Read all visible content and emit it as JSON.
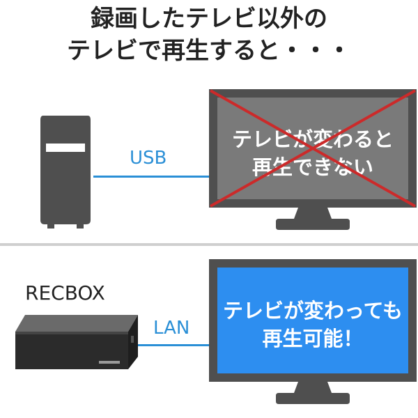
{
  "title": {
    "line1": "録画したテレビ以外の",
    "line2": "テレビで再生すると・・・"
  },
  "top_panel": {
    "connection": "USB",
    "screen_text_line1": "テレビが変わると",
    "screen_text_line2": "再生できない",
    "cross_color": "#cc2a2a",
    "screen_color": "#7a7a7a"
  },
  "bottom_panel": {
    "device_name": "RECBOX",
    "connection": "LAN",
    "screen_text_line1": "テレビが変わっても",
    "screen_text_line2": "再生可能！",
    "screen_color": "#2d8ef0"
  },
  "colors": {
    "wire": "#2a8fd6",
    "device": "#4f4f4f",
    "divider": "#cfcfcf"
  },
  "icons": [
    "usb-hdd-icon",
    "tv-icon",
    "cross-mark-icon",
    "recbox-device-icon"
  ]
}
